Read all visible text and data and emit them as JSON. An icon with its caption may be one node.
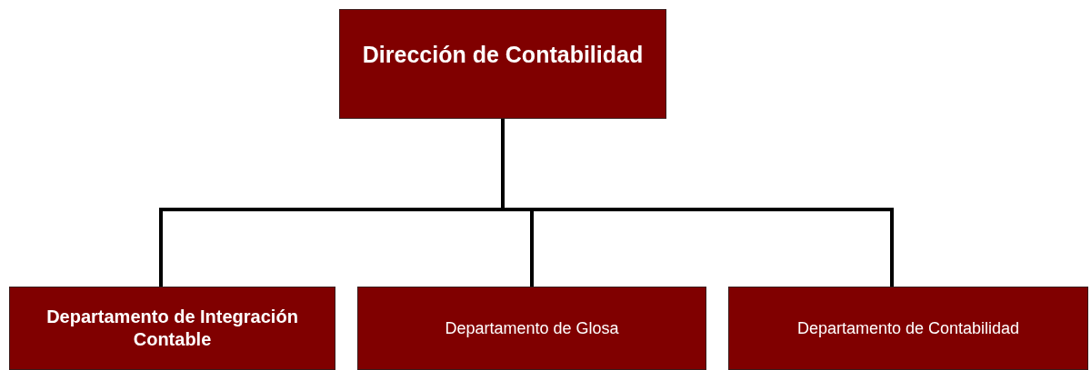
{
  "diagram": {
    "nodes": [
      {
        "text": [
          "Dirección de Contabilidad"
        ]
      },
      {
        "text": [
          "Departamento de Integración Contable"
        ]
      },
      {
        "text": [
          "Departamento de Glosa"
        ]
      },
      {
        "text": [
          "Departamento de Contabilidad"
        ]
      }
    ],
    "edges": [
      {
        "from": 0,
        "to": 1,
        "arrow": "none"
      },
      {
        "from": 0,
        "to": 2,
        "arrow": "none"
      },
      {
        "from": 0,
        "to": 3,
        "arrow": "none"
      }
    ]
  }
}
